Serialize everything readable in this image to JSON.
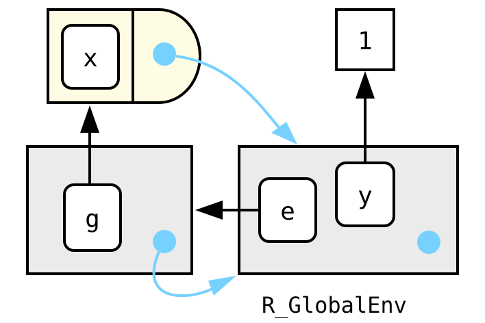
{
  "function": {
    "arg": "x"
  },
  "environments": {
    "global": {
      "label": "R_GlobalEnv",
      "bindings": [
        "e",
        "y"
      ]
    },
    "execution": {
      "bindings": [
        "g"
      ]
    }
  },
  "values": {
    "y_value": "1"
  },
  "colors": {
    "env_fill": "#ebebeb",
    "function_fill": "#fefde3",
    "dot": "#76d1ff"
  }
}
